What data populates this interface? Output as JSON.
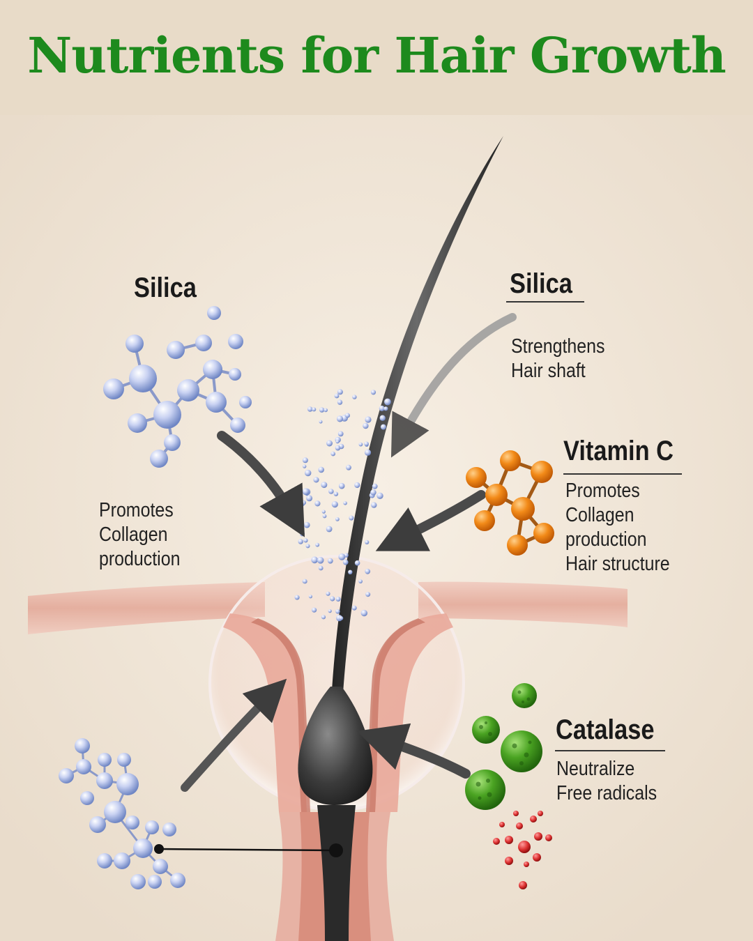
{
  "title": "Nutrients for Hair Growth",
  "colors": {
    "title": "#1d8a1d",
    "background": "#efe4d6",
    "header_band": "#e8dbc8",
    "hair": "#3a3a3a",
    "skin": "#e7b2a4",
    "silica": "#9bb0de",
    "vitamin_c": "#f08a1a",
    "catalase": "#49a222",
    "free_radicals": "#d93030"
  },
  "labels": {
    "silica_left": {
      "heading": "Silica"
    },
    "silica_left_desc": {
      "lines": [
        "Promotes",
        "Collagen",
        "production"
      ]
    },
    "silica_right": {
      "heading": "Silica",
      "lines": [
        "Strengthens",
        "Hair shaft"
      ]
    },
    "vitamin_c": {
      "heading": "Vitamin C",
      "lines": [
        "Promotes",
        "Collagen",
        "production",
        "Hair structure"
      ]
    },
    "catalase": {
      "heading": "Catalase",
      "lines": [
        "Neutralize",
        "Free radicals"
      ]
    }
  },
  "icons": [
    "silica-molecule-icon",
    "vitamin-c-molecule-icon",
    "catalase-molecule-icon",
    "free-radical-icon",
    "hair-follicle-icon",
    "arrow-icon"
  ]
}
